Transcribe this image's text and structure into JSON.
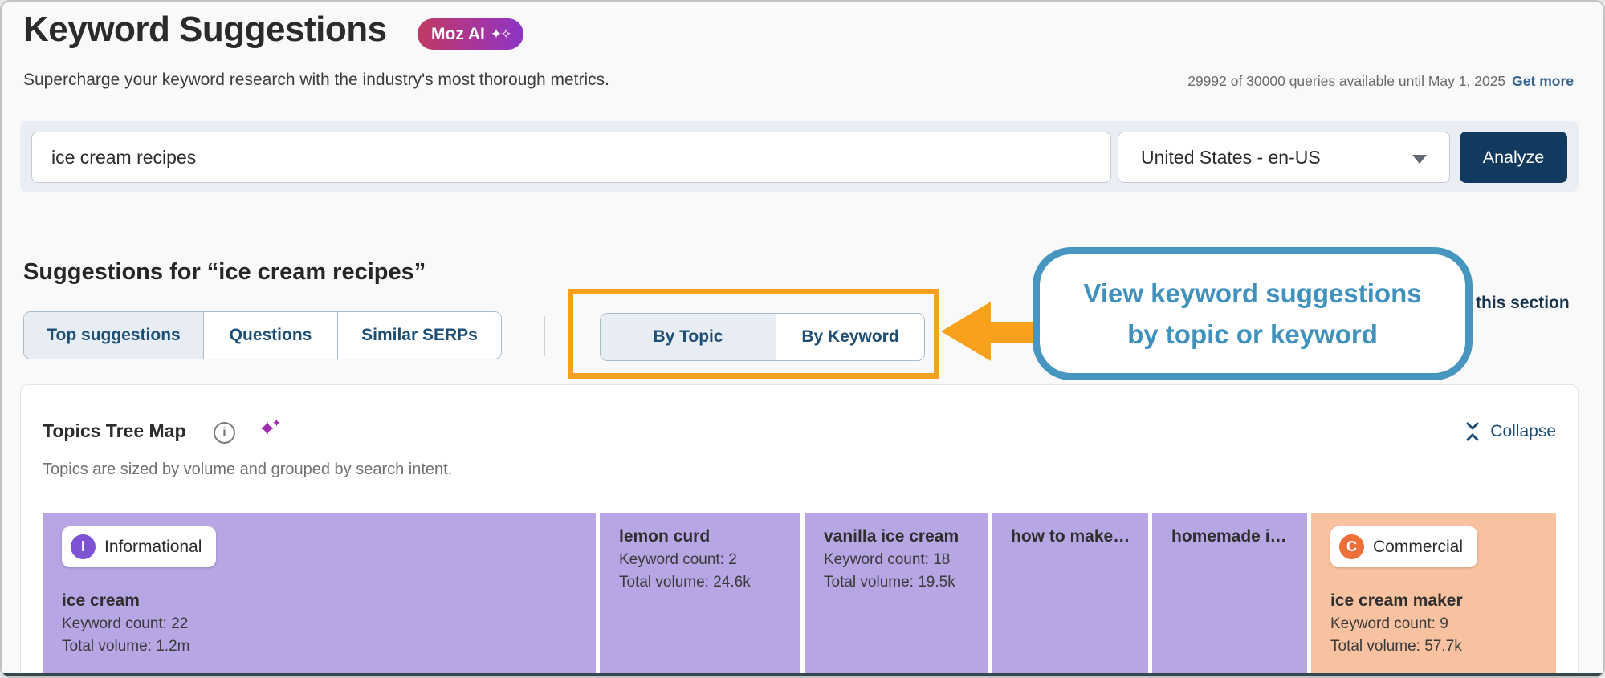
{
  "header": {
    "title": "Keyword Suggestions",
    "badge_label": "Moz AI",
    "badge_sparkles": "✦✧",
    "subtitle": "Supercharge your keyword research with the industry's most thorough metrics.",
    "quota_text": "29992 of 30000 queries available until May 1, 2025",
    "quota_link_label": "Get more"
  },
  "search": {
    "query_value": "ice cream recipes",
    "locale_value": "United States - en-US",
    "analyze_label": "Analyze"
  },
  "suggestions": {
    "heading": "Suggestions for “ice cream recipes”",
    "tabs": [
      "Top suggestions",
      "Questions",
      "Similar SERPs"
    ],
    "active_tab": "Top suggestions",
    "view_tabs": [
      "By Topic",
      "By Keyword"
    ],
    "active_view_tab": "By Topic"
  },
  "annotation": {
    "callout_line1": "View keyword suggestions",
    "callout_line2": "by topic or keyword",
    "partial_right_text": "this section",
    "highlight_color": "#F9A11C",
    "callout_text_color": "#4191BD",
    "callout_border_color": "#4796C0"
  },
  "treemap": {
    "title": "Topics Tree Map",
    "info_icon_glyph": "i",
    "sparkle_glyph": "✦",
    "collapse_label": "Collapse",
    "description": "Topics are sized by volume and grouped by search intent.",
    "intent_colors": {
      "informational": "#7D53D4",
      "commercial": "#EF6F3A"
    },
    "block_colors": {
      "informational": "#B7A5E4",
      "commercial": "#F8C1A0"
    },
    "blocks": [
      {
        "name": "ice cream",
        "keyword_count": "Keyword count: 22",
        "total_volume": "Total volume: 1.2m",
        "intent": "Informational",
        "intent_letter": "I"
      },
      {
        "name": "lemon curd",
        "keyword_count": "Keyword count: 2",
        "total_volume": "Total volume: 24.6k"
      },
      {
        "name": "vanilla ice cream",
        "keyword_count": "Keyword count: 18",
        "total_volume": "Total volume: 19.5k"
      },
      {
        "name": "how to make…"
      },
      {
        "name": "homemade i…"
      },
      {
        "name": "ice cream maker",
        "keyword_count": "Keyword count: 9",
        "total_volume": "Total volume: 57.7k",
        "intent": "Commercial",
        "intent_letter": "C"
      }
    ]
  }
}
